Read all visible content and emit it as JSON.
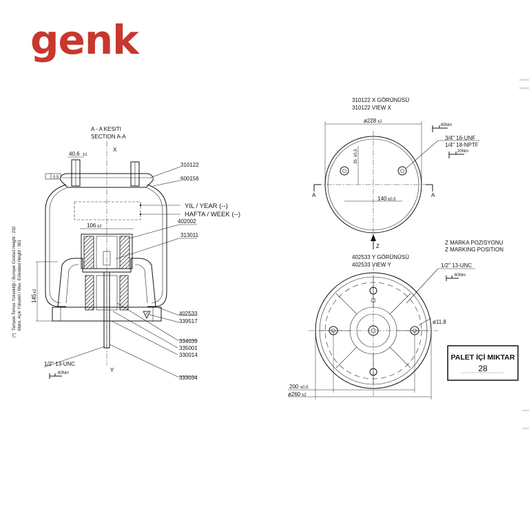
{
  "brand": {
    "logo_text": "genk",
    "color": "#c8372d"
  },
  "section_view": {
    "title_tr": "A - A KESITI",
    "title_en": "SECTION A-A",
    "x_label": "X",
    "y_label": "Y",
    "dim_top": "40,6",
    "dim_top_tol": "±1",
    "dim_inner": "106",
    "dim_inner_tol": "±2",
    "dim_height": "145",
    "dim_height_tol": "±2",
    "flatness_box": "0.5",
    "year_label": "YIL / YEAR (--)",
    "week_label": "HAFTA / WEEK (--)",
    "vertical_note_1": "Tampon Temas Yüksekliği / Bumper Contact Height : 232",
    "vertical_note_2": "Maks. Açık Yüksekli / Max. Extended Height : 561",
    "vertical_note_prefix": "(*)",
    "bottom_thread": "1/2\" 13-UNC",
    "bottom_torque": "60Nm",
    "parts": [
      "310122",
      "600156",
      "402002",
      "313011",
      "402533",
      "339517",
      "334039",
      "335001",
      "330014",
      "333034"
    ]
  },
  "view_x": {
    "title_tr": "310122 X GÖRÜNÜSÜ",
    "title_en": "310122   VIEW X",
    "dim_diameter": "ø228",
    "dim_diameter_tol": "±2",
    "dim_35": "35",
    "dim_35_tol": "±0,5",
    "dim_140": "140",
    "dim_140_tol": "±0,5",
    "section_mark": "A",
    "z_label": "Z",
    "torque_top": "65Nm",
    "thread_1": "3/4\" 16-UNF",
    "thread_2": "1/4\" 18-NPTF",
    "torque_2": "20Nm"
  },
  "view_y": {
    "title_tr": "402533 Y GÖRÜNÜSÜ",
    "title_en": "402533 VIEW Y",
    "marking_tr": "Z MARKA POZISYONU",
    "marking_en": "Z MARKING POSITION",
    "thread": "1/2\" 13-UNC",
    "torque": "60Nm",
    "hole_dia": "ø11,8",
    "dim_200": "200",
    "dim_200_tol": "±0,5",
    "dim_260": "ø260",
    "dim_260_tol": "±2"
  },
  "pallet": {
    "label": "PALET İÇİ MIKTAR",
    "quantity": "28"
  }
}
